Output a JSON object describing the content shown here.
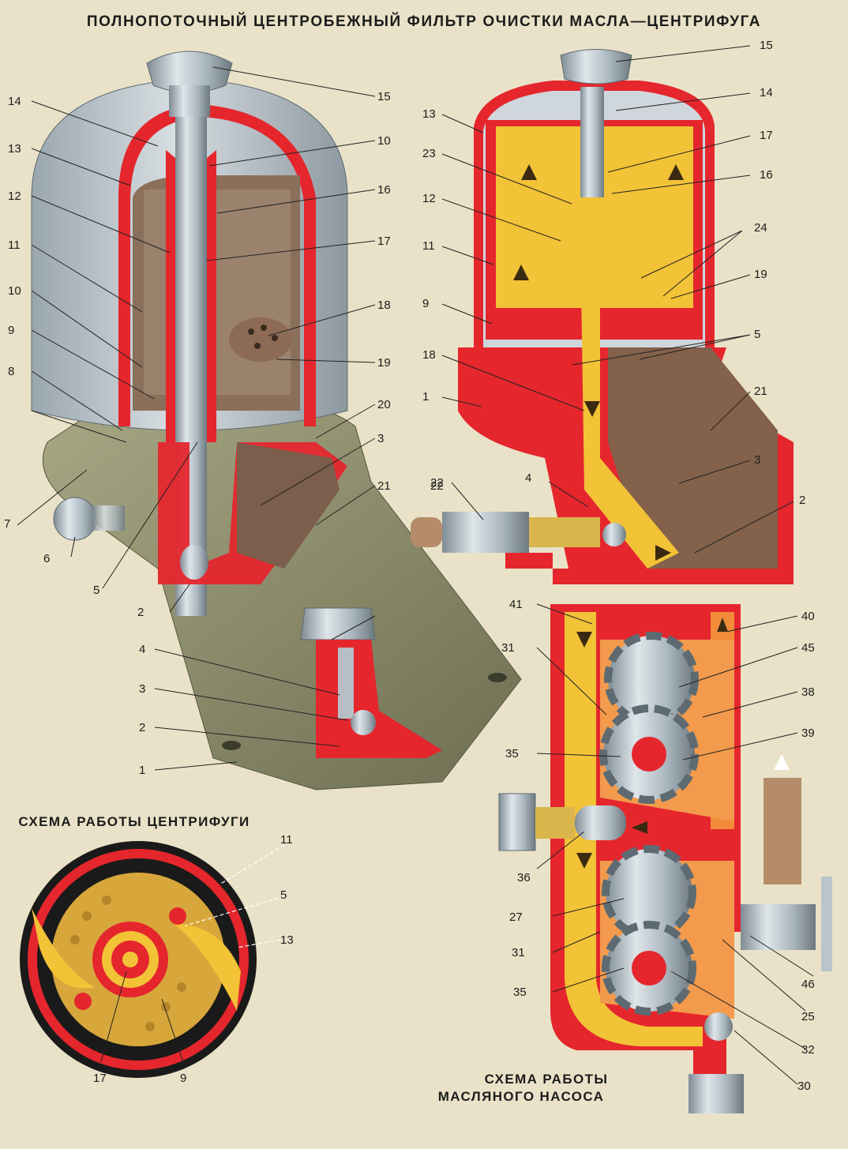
{
  "title": "ПОЛНОПОТОЧНЫЙ ЦЕНТРОБЕЖНЫЙ ФИЛЬТР ОЧИСТКИ МАСЛА—ЦЕНТРИФУГА",
  "centrifuge_scheme_title": "СХЕМА РАБОТЫ ЦЕНТРИФУГИ",
  "pump_scheme_title": [
    "СХЕМА РАБОТЫ",
    "МАСЛЯНОГО НАСОСА"
  ],
  "colors": {
    "background": "#e9e2c8",
    "cut_section": "#e5262d",
    "oil": "#f2c237",
    "metal": "#b9c4cc",
    "housing": "#8e8f6c"
  },
  "labels": {
    "fig1": [
      "14",
      "13",
      "12",
      "11",
      "10",
      "9",
      "8",
      "7",
      "6",
      "5",
      "15",
      "10",
      "16",
      "17",
      "18",
      "19",
      "20",
      "3",
      "21",
      "22",
      "4",
      "3",
      "2",
      "1",
      "2"
    ],
    "fig2": [
      "13",
      "23",
      "12",
      "11",
      "9",
      "18",
      "1",
      "15",
      "14",
      "17",
      "16",
      "24",
      "19",
      "5",
      "21",
      "3",
      "4",
      "2",
      "22"
    ],
    "fig3": [
      "41",
      "31",
      "35",
      "36",
      "27",
      "31",
      "35",
      "40",
      "45",
      "38",
      "39",
      "46",
      "25",
      "32",
      "30"
    ],
    "fig4": [
      "11",
      "5",
      "13",
      "17",
      "9"
    ]
  }
}
